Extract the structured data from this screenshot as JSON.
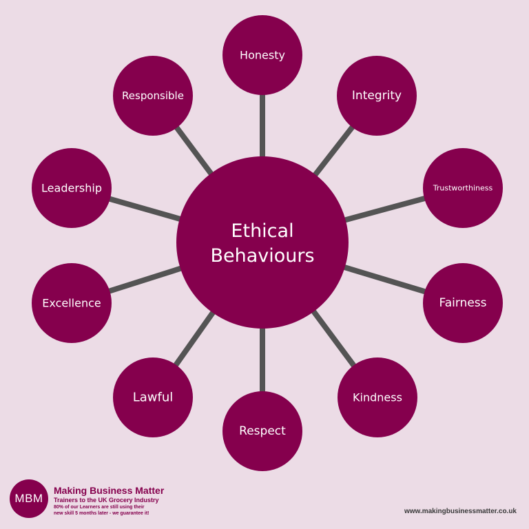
{
  "diagram": {
    "center": {
      "line1": "Ethical",
      "line2": "Behaviours"
    },
    "nodes": [
      "Honesty",
      "Integrity",
      "Trustworthiness",
      "Fairness",
      "Kindness",
      "Respect",
      "Lawful",
      "Excellence",
      "Leadership",
      "Responsible"
    ],
    "colors": {
      "circle": "#85004d",
      "connector": "#545454",
      "background": "#ecdce6",
      "text": "#ffffff"
    }
  },
  "footer": {
    "logo": "MBM",
    "company": "Making Business Matter",
    "tagline": "Trainers to the UK Grocery Industry",
    "guarantee_line1": "80% of our Learners are still using their",
    "guarantee_line2": "new skill 5 months later - we guarantee it!",
    "url": "www.makingbusinessmatter.co.uk"
  }
}
